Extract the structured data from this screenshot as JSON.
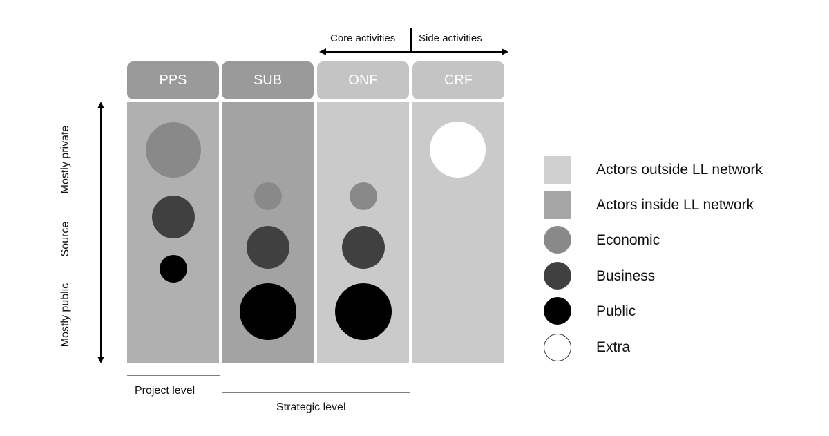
{
  "top_labels": {
    "core": "Core activities",
    "side": "Side activities"
  },
  "columns": [
    {
      "label": "PPS",
      "header_color": "#9a9a9a",
      "body_color": "#b0b0b0",
      "network": "inside"
    },
    {
      "label": "SUB",
      "header_color": "#9a9a9a",
      "body_color": "#a3a3a3",
      "network": "inside"
    },
    {
      "label": "ONF",
      "header_color": "#c4c4c4",
      "body_color": "#cacaca",
      "network": "outside"
    },
    {
      "label": "CRF",
      "header_color": "#c4c4c4",
      "body_color": "#cacaca",
      "network": "outside"
    }
  ],
  "axis": {
    "top": "Mostly private",
    "middle": "Source",
    "bottom": "Mostly public"
  },
  "bottom_labels": {
    "project": "Project level",
    "strategic": "Strategic level"
  },
  "legend": [
    {
      "label": "Actors outside LL network",
      "shape": "square",
      "color": "#d0d0d0"
    },
    {
      "label": "Actors inside LL network",
      "shape": "square",
      "color": "#a6a6a6"
    },
    {
      "label": "Economic",
      "shape": "circle",
      "color": "#898989"
    },
    {
      "label": "Business",
      "shape": "circle",
      "color": "#404040"
    },
    {
      "label": "Public",
      "shape": "circle",
      "color": "#000000"
    },
    {
      "label": "Extra",
      "shape": "circle",
      "color": "#ffffff"
    }
  ],
  "colors": {
    "economic": "#898989",
    "business": "#404040",
    "public": "#000000",
    "extra": "#ffffff"
  }
}
